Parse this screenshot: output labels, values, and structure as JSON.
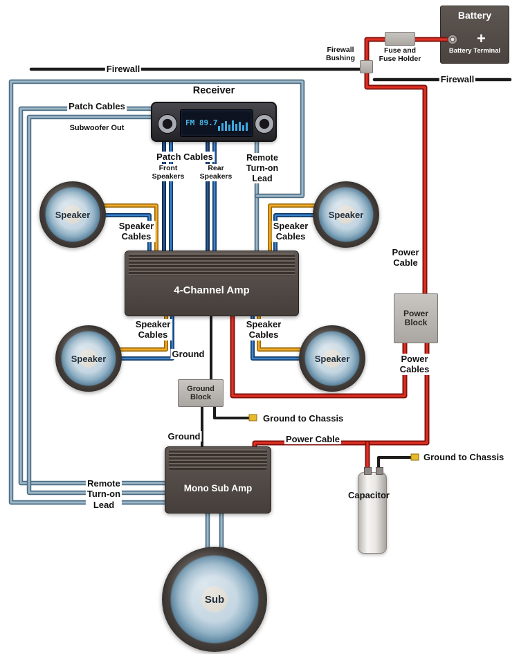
{
  "colors": {
    "wire_signal_gray": "#9db7c7",
    "wire_power_red": "#e03024",
    "wire_ground_black": "#1d1b1a",
    "wire_speaker_yellow": "#f2a928",
    "wire_speaker_blue": "#3b82cc",
    "component_dark": "#4a433f",
    "block_gray": "#c9c5c1",
    "display_text_blue": "#49b6e8"
  },
  "receiver": {
    "label": "Receiver",
    "display_station": "FM 89.7",
    "eq_bars": [
      7,
      11,
      14,
      9,
      15,
      10,
      13,
      8,
      12
    ]
  },
  "battery": {
    "title": "Battery",
    "plus": "+",
    "terminal_line1": "Battery",
    "terminal_line2": "Terminal"
  },
  "fuse": {
    "line1": "Fuse and",
    "line2": "Fuse Holder"
  },
  "firewall": {
    "label_left": "Firewall",
    "label_right": "Firewall",
    "bushing_line1": "Firewall",
    "bushing_line2": "Bushing"
  },
  "labels": {
    "patch_sub_title": "Patch Cables",
    "patch_sub_sub": "Subwoofer Out",
    "patch_center": "Patch Cables",
    "front_line1": "Front",
    "front_line2": "Speakers",
    "rear_line1": "Rear",
    "rear_line2": "Speakers",
    "remote_line1": "Remote",
    "remote_line2": "Turn-on",
    "remote_line3": "Lead",
    "speaker_cables_line1": "Speaker",
    "speaker_cables_line2": "Cables",
    "power_cable_line1": "Power",
    "power_cable_line2": "Cable",
    "power_cables_line1": "Power",
    "power_cables_line2": "Cables",
    "power_cable_mid": "Power Cable",
    "ground": "Ground",
    "ground_to_chassis": "Ground to Chassis",
    "capacitor": "Capacitor"
  },
  "components": {
    "amp4": "4-Channel Amp",
    "mono_amp": "Mono Sub Amp",
    "power_block_line1": "Power",
    "power_block_line2": "Block",
    "ground_block_line1": "Ground",
    "ground_block_line2": "Block",
    "speaker": "Speaker",
    "sub": "Sub"
  }
}
